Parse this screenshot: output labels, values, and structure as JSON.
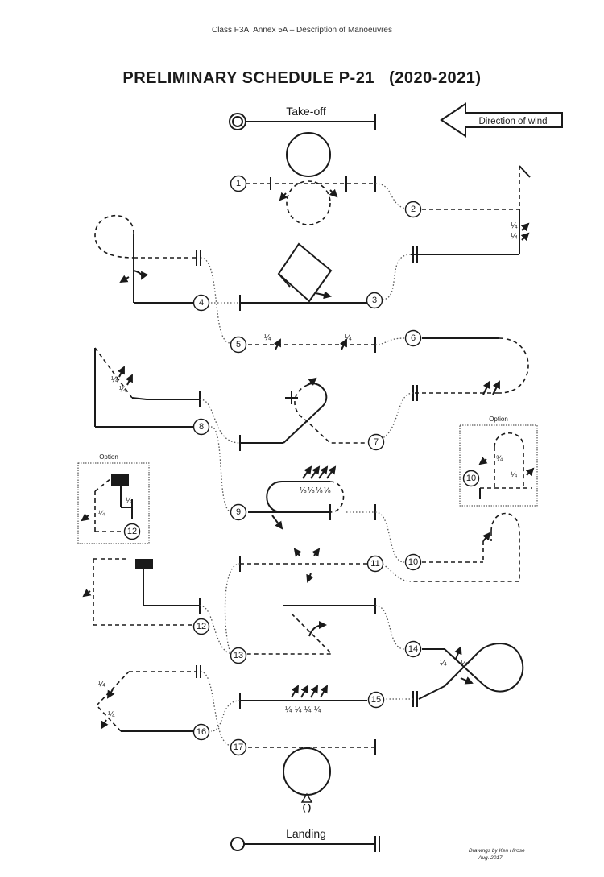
{
  "header": "Class F3A, Annex 5A – Description of Manoeuvres",
  "title": "PRELIMINARY SCHEDULE P-21",
  "years": "(2020-2021)",
  "takeoff": "Take-off",
  "landing": "Landing",
  "wind": "Direction of wind",
  "option": "Option",
  "credit_line1": "Drawings by Ken Hirose",
  "credit_line2": "Aug. 2017",
  "rolls": {
    "quarter": "¼",
    "three_quarter": "¾",
    "eighth": "⅛"
  },
  "manoeuvres": [
    {
      "id": "m1",
      "label": "1"
    },
    {
      "id": "m2",
      "label": "2"
    },
    {
      "id": "m3",
      "label": "3"
    },
    {
      "id": "m4",
      "label": "4"
    },
    {
      "id": "m5",
      "label": "5"
    },
    {
      "id": "m6",
      "label": "6"
    },
    {
      "id": "m7",
      "label": "7"
    },
    {
      "id": "m8",
      "label": "8"
    },
    {
      "id": "m9",
      "label": "9"
    },
    {
      "id": "m10",
      "label": "10"
    },
    {
      "id": "m10opt",
      "label": "10"
    },
    {
      "id": "m11",
      "label": "11"
    },
    {
      "id": "m12",
      "label": "12"
    },
    {
      "id": "m12opt",
      "label": "12"
    },
    {
      "id": "m13",
      "label": "13"
    },
    {
      "id": "m14",
      "label": "14"
    },
    {
      "id": "m15",
      "label": "15"
    },
    {
      "id": "m16",
      "label": "16"
    },
    {
      "id": "m17",
      "label": "17"
    }
  ]
}
